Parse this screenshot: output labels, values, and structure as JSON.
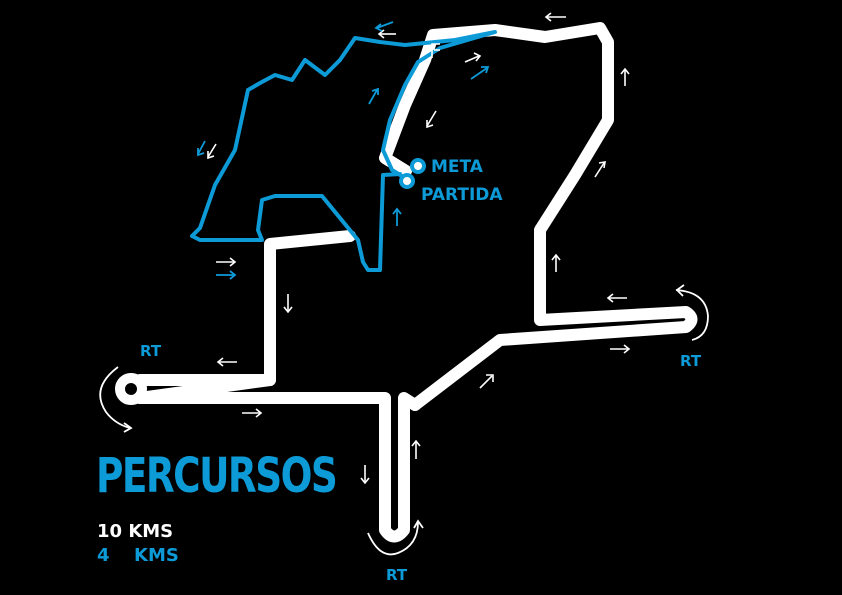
{
  "map": {
    "colors": {
      "background": "#000000",
      "route_10k": "#ffffff",
      "route_4k": "#0d9bd8"
    },
    "labels": {
      "finish": "META",
      "start": "PARTIDA",
      "turnaround": "RT"
    }
  },
  "legend": {
    "title": "PERCURSOS",
    "route_10k": "10 KMS",
    "route_4k": "4  KMS"
  }
}
